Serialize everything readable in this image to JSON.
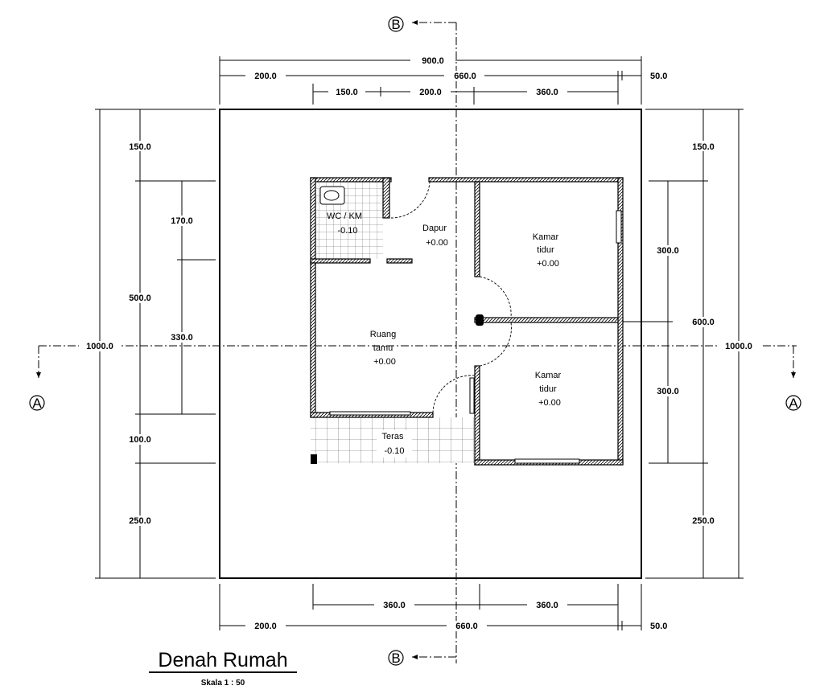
{
  "title": "Denah Rumah",
  "scale": "Skala 1 : 50",
  "section_markers": {
    "a": "A",
    "b": "B"
  },
  "dims_top": {
    "d900": "900.0",
    "d200": "200.0",
    "d660": "660.0",
    "d50": "50.0",
    "d150": "150.0",
    "d200b": "200.0",
    "d360": "360.0"
  },
  "dims_bottom": {
    "d360a": "360.0",
    "d360b": "360.0",
    "d200": "200.0",
    "d660": "660.0",
    "d50": "50.0"
  },
  "dims_left": {
    "d1000": "1000.0",
    "d150": "150.0",
    "d500": "500.0",
    "d100": "100.0",
    "d250": "250.0",
    "d170": "170.0",
    "d330": "330.0"
  },
  "dims_right": {
    "d1000": "1000.0",
    "d150": "150.0",
    "d600": "600.0",
    "d250": "250.0",
    "d300a": "300.0",
    "d300b": "300.0"
  },
  "rooms": {
    "wc": {
      "name": "WC / KM",
      "level": "-0.10"
    },
    "dapur": {
      "name": "Dapur",
      "level": "+0.00"
    },
    "kamar1": {
      "name1": "Kamar",
      "name2": "tidur",
      "level": "+0.00"
    },
    "ruang": {
      "name1": "Ruang",
      "name2": "tamu",
      "level": "+0.00"
    },
    "kamar2": {
      "name1": "Kamar",
      "name2": "tidur",
      "level": "+0.00"
    },
    "teras": {
      "name": "Teras",
      "level": "-0.10"
    }
  }
}
